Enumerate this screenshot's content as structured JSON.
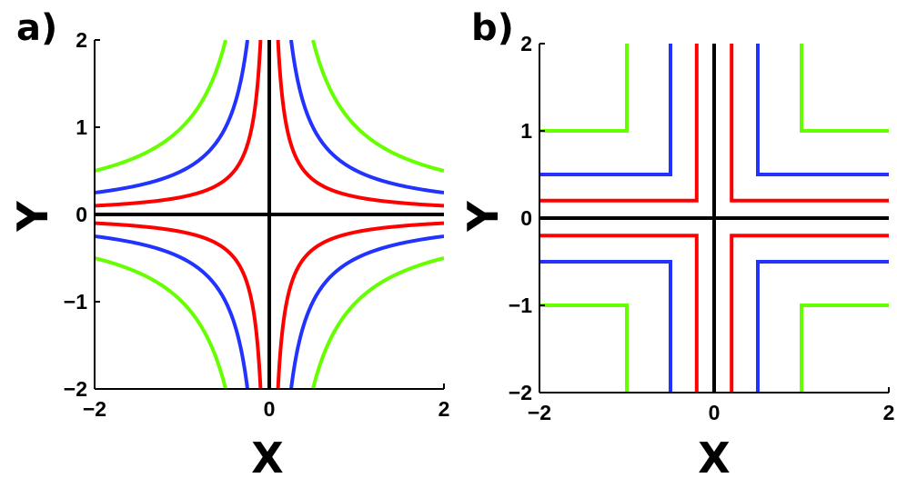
{
  "colors": {
    "black": "#000000",
    "red": "#ff0000",
    "blue": "#2233ff",
    "green": "#66ff00"
  },
  "chart_data": [
    {
      "panel_label": "a)",
      "type": "line",
      "xlabel": "X",
      "ylabel": "Y",
      "xlim": [
        -2,
        2
      ],
      "ylim": [
        -2,
        2
      ],
      "xticks": [
        -2,
        0,
        2
      ],
      "yticks": [
        -2,
        -1,
        0,
        1,
        2
      ],
      "xtick_labels": [
        "−2",
        "0",
        "2"
      ],
      "ytick_labels": [
        "−2",
        "−1",
        "0",
        "1",
        "2"
      ],
      "grid": false,
      "curve_form": "x*y = c",
      "series": [
        {
          "color": "black",
          "c": 0
        },
        {
          "color": "red",
          "c": 0.2
        },
        {
          "color": "blue",
          "c": 0.5
        },
        {
          "color": "green",
          "c": 1
        }
      ]
    },
    {
      "panel_label": "b)",
      "type": "line",
      "xlabel": "X",
      "ylabel": "Y",
      "xlim": [
        -2,
        2
      ],
      "ylim": [
        -2,
        2
      ],
      "xticks": [
        -2,
        0,
        2
      ],
      "yticks": [
        -2,
        -1,
        0,
        1,
        2
      ],
      "xtick_labels": [
        "−2",
        "0",
        "2"
      ],
      "ytick_labels": [
        "−2",
        "−1",
        "0",
        "1",
        "2"
      ],
      "grid": false,
      "curve_form": "min(|x|,|y|) = c",
      "series": [
        {
          "color": "black",
          "c": 0
        },
        {
          "color": "red",
          "c": 0.2
        },
        {
          "color": "blue",
          "c": 0.5
        },
        {
          "color": "green",
          "c": 1
        }
      ]
    }
  ]
}
